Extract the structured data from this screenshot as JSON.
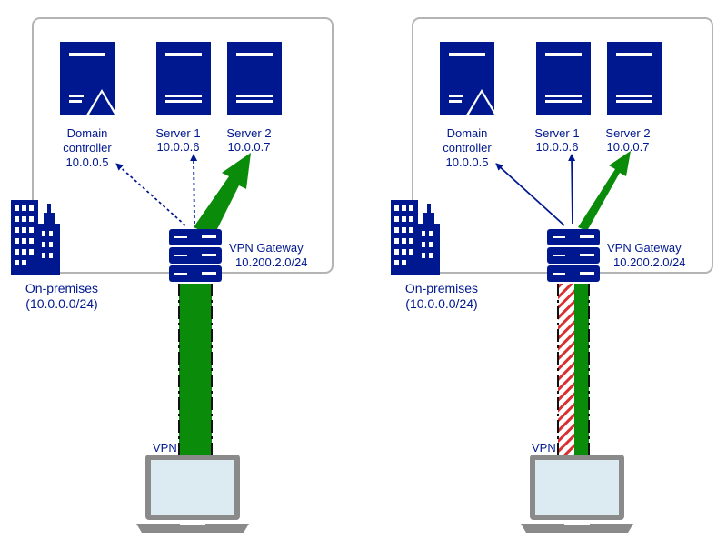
{
  "colors": {
    "server_blue": "#00188F",
    "arrow_green": "#0A8C0A",
    "border_gray": "#A0A0A0",
    "laptop_gray": "#8A8A8A",
    "screen_blue": "#DCEAF2",
    "stripe_red": "#D83030"
  },
  "icons": [
    "server-icon",
    "domain-controller-icon",
    "building-icon",
    "vpn-gateway-icon",
    "laptop-icon"
  ],
  "left": {
    "dc": {
      "line1": "Domain",
      "line2": "controller",
      "line3": "10.0.0.5"
    },
    "server1": {
      "name": "Server 1",
      "ip": "10.0.0.6"
    },
    "server2": {
      "name": "Server 2",
      "ip": "10.0.0.7"
    },
    "gateway": {
      "name": "VPN Gateway",
      "subnet": "10.200.2.0/24"
    },
    "onprem": {
      "name": "On-premises",
      "subnet": "(10.0.0.0/24)"
    },
    "vpn_label": "VPN"
  },
  "right": {
    "dc": {
      "line1": "Domain",
      "line2": "controller",
      "line3": "10.0.0.5"
    },
    "server1": {
      "name": "Server 1",
      "ip": "10.0.0.6"
    },
    "server2": {
      "name": "Server 2",
      "ip": "10.0.0.7"
    },
    "gateway": {
      "name": "VPN Gateway",
      "subnet": "10.200.2.0/24"
    },
    "onprem": {
      "name": "On-premises",
      "subnet": "(10.0.0.0/24)"
    },
    "vpn_label": "VPN"
  }
}
